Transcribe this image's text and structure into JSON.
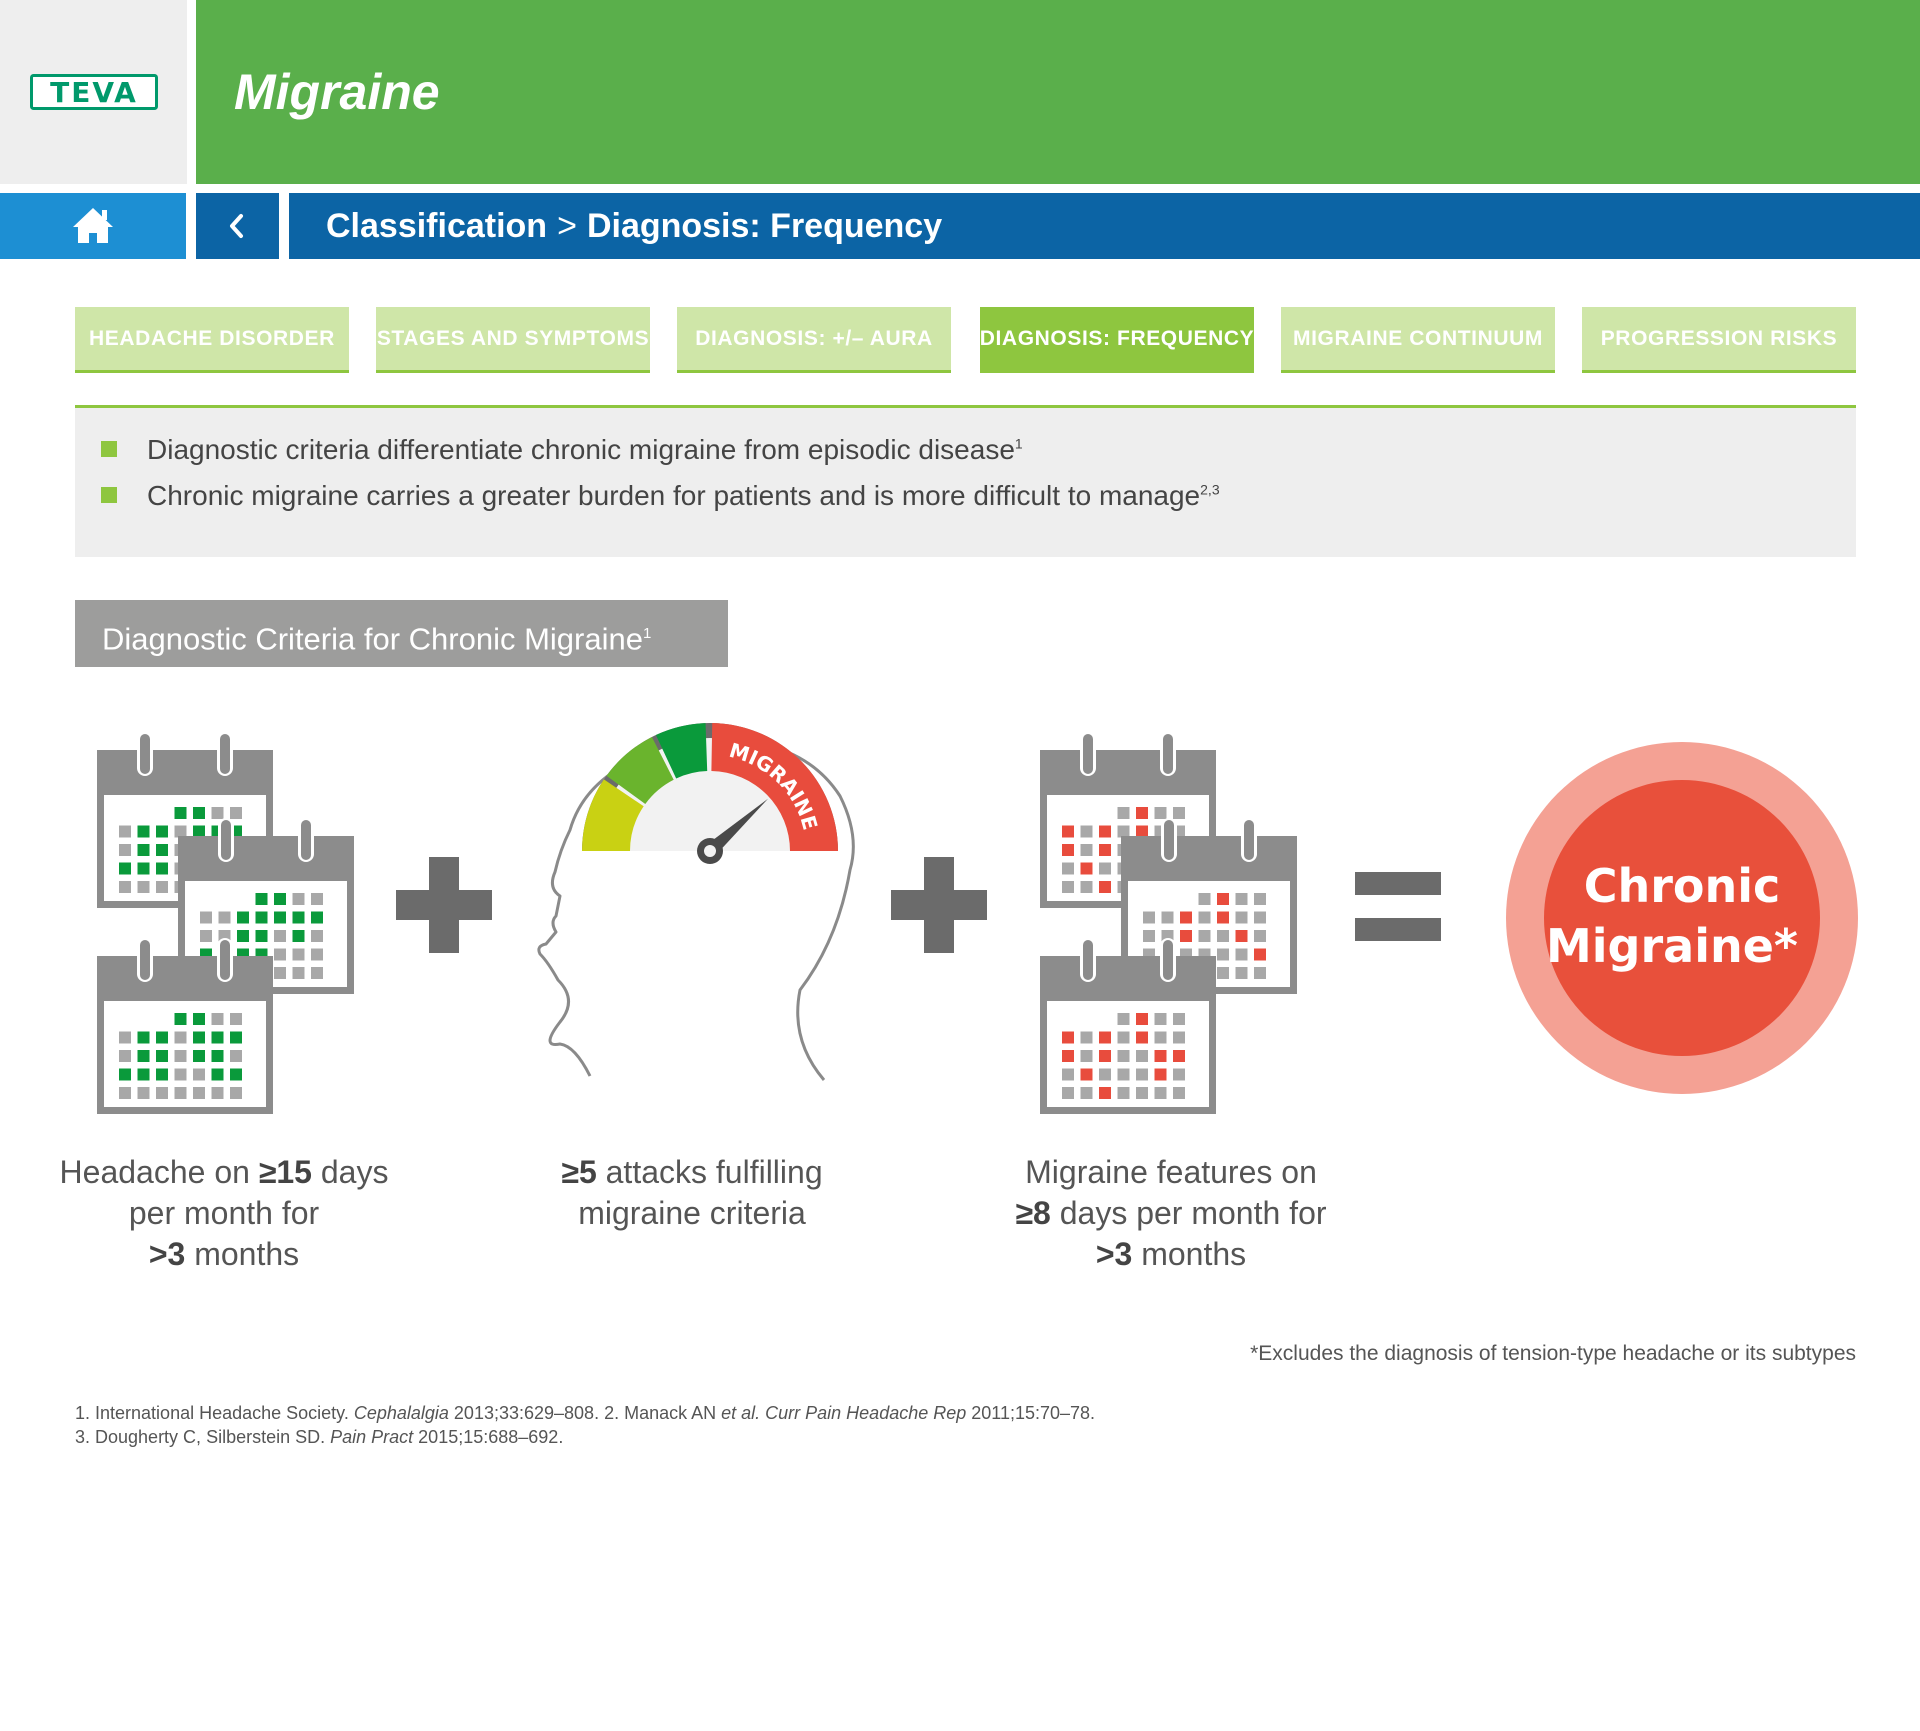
{
  "header": {
    "logo_text": "TEVA",
    "title": "Migraine"
  },
  "nav": {
    "home_icon": "home-icon",
    "back_icon": "chevron-left-icon",
    "breadcrumb": {
      "parent": "Classification",
      "separator": ">",
      "current": "Diagnosis: Frequency"
    }
  },
  "tabs": [
    {
      "label": "HEADACHE DISORDER",
      "active": false
    },
    {
      "label": "STAGES AND SYMPTOMS",
      "active": false
    },
    {
      "label": "DIAGNOSIS: +/– AURA",
      "active": false
    },
    {
      "label": "DIAGNOSIS: FREQUENCY",
      "active": true
    },
    {
      "label": "MIGRAINE CONTINUUM",
      "active": false
    },
    {
      "label": "PROGRESSION RISKS",
      "active": false
    }
  ],
  "bullets": [
    {
      "text": "Diagnostic criteria differentiate chronic migraine from episodic disease",
      "sup": "1"
    },
    {
      "text": "Chronic migraine carries a greater burden for patients and is more difficult to manage",
      "sup": "2,3"
    }
  ],
  "section": {
    "title": "Diagnostic Criteria for Chronic Migraine",
    "sup": "1"
  },
  "criteria": [
    {
      "pre": "Headache on ",
      "bold": "≥15",
      "post": " days",
      "line2": "per month for",
      "line3_bold": ">3",
      "line3": " months"
    },
    {
      "bold": "≥5",
      "post": " attacks fulfilling",
      "line2": "migraine criteria"
    },
    {
      "pre": "Migraine features on",
      "line2_bold": "≥8",
      "line2": " days per month for",
      "line3_bold": ">3",
      "line3": " months"
    }
  ],
  "gauge_label": "MIGRAINE",
  "operators": {
    "plus": "+",
    "equals": "="
  },
  "result": {
    "line1": "Chronic",
    "line2": "Migraine*"
  },
  "footnote": "*Excludes the diagnosis of tension-type headache or its subtypes",
  "references": {
    "line1": [
      {
        "text": "1. International Headache Society. ",
        "italic": false
      },
      {
        "text": "Cephalalgia",
        "italic": true
      },
      {
        "text": " 2013;33:629–808. 2. Manack AN ",
        "italic": false
      },
      {
        "text": "et al. Curr Pain Headache Rep",
        "italic": true
      },
      {
        "text": " 2011;15:70–78.",
        "italic": false
      }
    ],
    "line2": [
      {
        "text": "3. Dougherty C, Silberstein SD. ",
        "italic": false
      },
      {
        "text": "Pain Pract",
        "italic": true
      },
      {
        "text": " 2015;15:688–692.",
        "italic": false
      }
    ]
  },
  "colors": {
    "header_green": "#5aaf4b",
    "tab_light": "#cfe6a8",
    "tab_active": "#8ec63f",
    "nav_blue": "#0c64a5",
    "home_blue": "#1d8fd3",
    "teva_green": "#00996b",
    "calendar_green": "#0a9a3b",
    "calendar_red": "#e84c3d",
    "result_outer": "#f4a194",
    "result_inner": "#e8503b"
  }
}
